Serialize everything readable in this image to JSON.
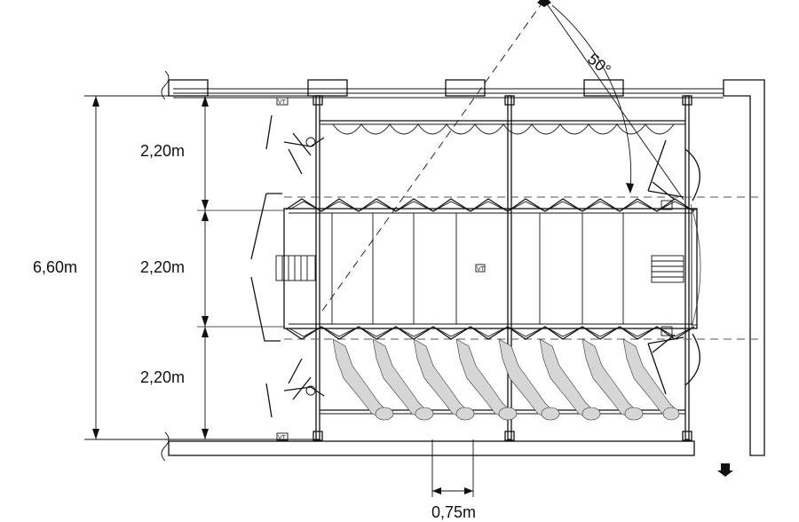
{
  "dimensions": {
    "total_width": "6,60m",
    "lane_top": "2,20m",
    "lane_middle": "2,20m",
    "lane_bottom": "2,20m",
    "stall_width": "0,75m"
  },
  "angle": {
    "value": "50°"
  },
  "markers": {
    "vt_label": "VT"
  },
  "elements": {
    "colors": {
      "line": "#111111",
      "cow_fill": "#d6d6d6"
    }
  }
}
